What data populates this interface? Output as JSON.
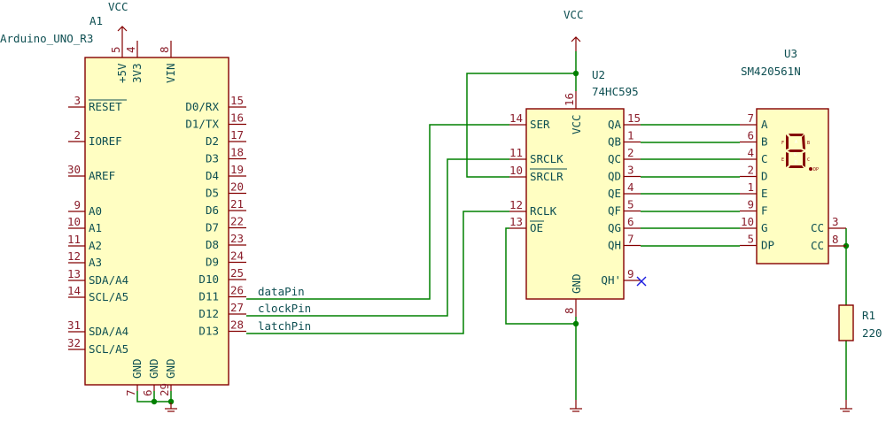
{
  "power": {
    "vcc": "VCC"
  },
  "a1": {
    "ref": "A1",
    "value": "Arduino_UNO_R3",
    "left_pins": [
      {
        "num": "3",
        "name": "RESET"
      },
      {
        "num": "2",
        "name": "IOREF"
      },
      {
        "num": "30",
        "name": "AREF"
      },
      {
        "num": "9",
        "name": "A0"
      },
      {
        "num": "10",
        "name": "A1"
      },
      {
        "num": "11",
        "name": "A2"
      },
      {
        "num": "12",
        "name": "A3"
      },
      {
        "num": "13",
        "name": "SDA/A4"
      },
      {
        "num": "14",
        "name": "SCL/A5"
      },
      {
        "num": "31",
        "name": "SDA/A4"
      },
      {
        "num": "32",
        "name": "SCL/A5"
      }
    ],
    "right_pins": [
      {
        "num": "15",
        "name": "D0/RX"
      },
      {
        "num": "16",
        "name": "D1/TX"
      },
      {
        "num": "17",
        "name": "D2"
      },
      {
        "num": "18",
        "name": "D3"
      },
      {
        "num": "19",
        "name": "D4"
      },
      {
        "num": "20",
        "name": "D5"
      },
      {
        "num": "21",
        "name": "D6"
      },
      {
        "num": "22",
        "name": "D7"
      },
      {
        "num": "23",
        "name": "D8"
      },
      {
        "num": "24",
        "name": "D9"
      },
      {
        "num": "25",
        "name": "D10"
      },
      {
        "num": "26",
        "name": "D11"
      },
      {
        "num": "27",
        "name": "D12"
      },
      {
        "num": "28",
        "name": "D13"
      }
    ],
    "top_pins": [
      {
        "num": "5",
        "name": "+5V"
      },
      {
        "num": "4",
        "name": "3V3"
      },
      {
        "num": "8",
        "name": "VIN"
      }
    ],
    "bottom_pins": [
      {
        "num": "7",
        "name": "GND"
      },
      {
        "num": "6",
        "name": "GND"
      },
      {
        "num": "29",
        "name": "GND"
      }
    ]
  },
  "nets": {
    "data": "dataPin",
    "clock": "clockPin",
    "latch": "latchPin"
  },
  "u2": {
    "ref": "U2",
    "value": "74HC595",
    "left_pins": [
      {
        "num": "14",
        "name": "SER"
      },
      {
        "num": "11",
        "name": "SRCLK"
      },
      {
        "num": "10",
        "name": "SRCLR"
      },
      {
        "num": "12",
        "name": "RCLK"
      },
      {
        "num": "13",
        "name": "OE"
      }
    ],
    "right_pins": [
      {
        "num": "15",
        "name": "QA"
      },
      {
        "num": "1",
        "name": "QB"
      },
      {
        "num": "2",
        "name": "QC"
      },
      {
        "num": "3",
        "name": "QD"
      },
      {
        "num": "4",
        "name": "QE"
      },
      {
        "num": "5",
        "name": "QF"
      },
      {
        "num": "6",
        "name": "QG"
      },
      {
        "num": "7",
        "name": "QH"
      },
      {
        "num": "9",
        "name": "QH'"
      }
    ],
    "top_pin": {
      "num": "16",
      "name": "VCC"
    },
    "bottom_pin": {
      "num": "8",
      "name": "GND"
    }
  },
  "u3": {
    "ref": "U3",
    "value": "SM420561N",
    "left_pins": [
      {
        "num": "7",
        "name": "A"
      },
      {
        "num": "6",
        "name": "B"
      },
      {
        "num": "4",
        "name": "C"
      },
      {
        "num": "2",
        "name": "D"
      },
      {
        "num": "1",
        "name": "E"
      },
      {
        "num": "9",
        "name": "F"
      },
      {
        "num": "10",
        "name": "G"
      },
      {
        "num": "5",
        "name": "DP"
      }
    ],
    "right_pins": [
      {
        "num": "3",
        "name": "CC"
      },
      {
        "num": "8",
        "name": "CC"
      }
    ],
    "segment_letters": [
      "A",
      "B",
      "C",
      "D",
      "E",
      "F",
      "G",
      "DP"
    ]
  },
  "r1": {
    "ref": "R1",
    "value": "220"
  }
}
